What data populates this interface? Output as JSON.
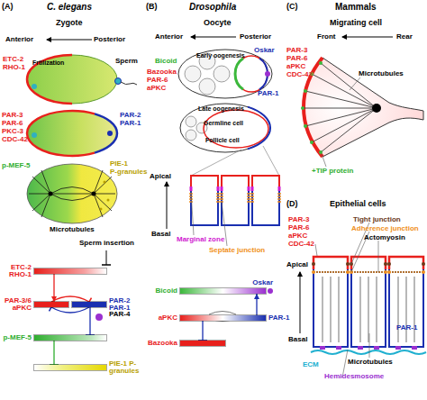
{
  "diagram": {
    "nodes": [
      {
        "text": [
          "ETC-2 RHO-1"
        ]
      },
      {
        "text": [
          "PAR-3/6 aPKC"
        ]
      },
      {
        "text": [
          "PAR-2 PAR-1"
        ]
      },
      {
        "text": [
          "p-MEF-5"
        ]
      },
      {
        "text": [
          "PIE-1 P-granules"
        ]
      },
      {
        "text": [
          "Bicoid",
          "Oskar"
        ]
      },
      {
        "text": [
          "aPKC",
          "PAR-1"
        ]
      },
      {
        "text": [
          "Bazooka"
        ]
      }
    ],
    "edges": [
      {
        "from": 0,
        "to": 1,
        "arrow": "to"
      },
      {
        "from": 1,
        "to": 2,
        "arrow": "to"
      },
      {
        "from": 2,
        "to": 1,
        "arrow": "to"
      },
      {
        "from": 2,
        "to": 3,
        "arrow": "to"
      },
      {
        "from": 3,
        "to": 4,
        "arrow": "to"
      },
      {
        "from": 6,
        "to": 5,
        "arrow": "to"
      },
      {
        "from": 6,
        "to": 7,
        "arrow": "to"
      }
    ],
    "labels": [
      "(A)",
      "C. elegans",
      "Zygote",
      "Anterior",
      "Posterior",
      "Frtilization",
      "ETC-2",
      "RHO-1",
      "Sperm",
      "PAR-3",
      "PAR-6",
      "PKC-3",
      "CDC-42",
      "PAR-2",
      "PAR-1",
      "p-MEF-5",
      "PIE-1",
      "P-granules",
      "Microtubules",
      "Sperm insertion",
      "PAR-4",
      "(B)",
      "Drosophila",
      "Oocyte",
      "Anterior",
      "Posterior",
      "Early oogenesis",
      "Bicoid",
      "Oskar",
      "Bazooka",
      "PAR-6",
      "aPKC",
      "PAR-1",
      "Late oogenesis",
      "Germline cell",
      "Follicle cell",
      "Apical",
      "Basal",
      "Marginal zone",
      "Septate junction",
      "(C)",
      "Mammals",
      "Migrating cell",
      "Front",
      "Rear",
      "PAR-3",
      "PAR-6",
      "aPKC",
      "CDC-42",
      "Microtubules",
      "+TIP protein",
      "(D)",
      "Epithelial cells",
      "PAR-3",
      "PAR-6",
      "aPKC",
      "CDC-42",
      "Tight junction",
      "Adherence junction",
      "Actomyosin",
      "Apical",
      "Basal",
      "PAR-1",
      "Microtubules",
      "ECM",
      "Hemidesmosome"
    ]
  }
}
